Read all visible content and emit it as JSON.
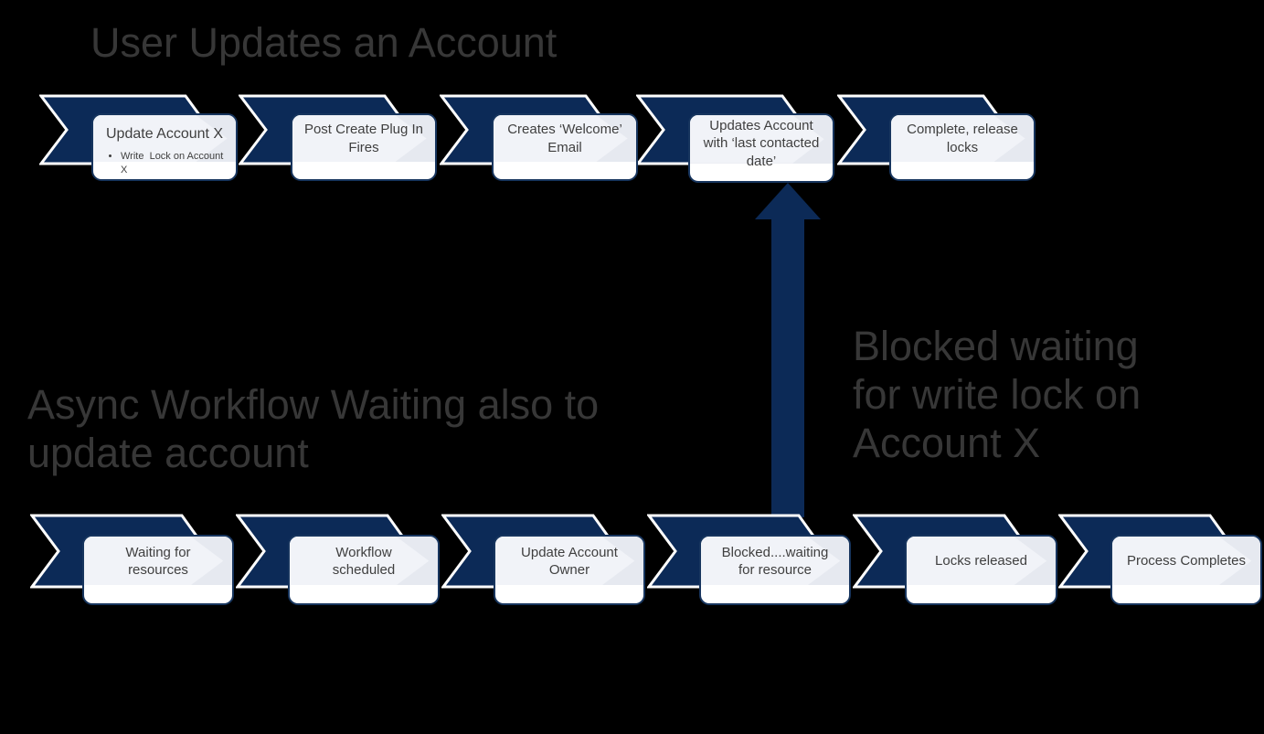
{
  "colors": {
    "navy": "#0c2a57",
    "chevron_outline": "#ffffff",
    "box_border": "#17355e",
    "box_fill": "#e6e9f0",
    "box_highlight": "#f1f3f8",
    "title_text": "#373737",
    "box_text": "#3f3f3f",
    "background": "#000000"
  },
  "titles": {
    "top": "User Updates an Account",
    "bottom_left": "Async Workflow Waiting also to\nupdate account",
    "arrow_label": "Blocked waiting\nfor write lock on\nAccount X"
  },
  "top_row": {
    "steps": [
      {
        "label": "Update Account X",
        "bullet": "Write  Lock on Account X"
      },
      {
        "label": "Post Create Plug In\nFires"
      },
      {
        "label": "Creates ‘Welcome’\nEmail"
      },
      {
        "label": "Updates Account\nwith ‘last contacted\ndate’"
      },
      {
        "label": "Complete, release\nlocks"
      }
    ]
  },
  "bottom_row": {
    "steps": [
      {
        "label": "Waiting for\nresources"
      },
      {
        "label": "Workflow\nscheduled"
      },
      {
        "label": "Update Account\nOwner"
      },
      {
        "label": "Blocked....waiting\nfor resource"
      },
      {
        "label": "Locks released"
      },
      {
        "label": "Process Completes"
      }
    ]
  }
}
